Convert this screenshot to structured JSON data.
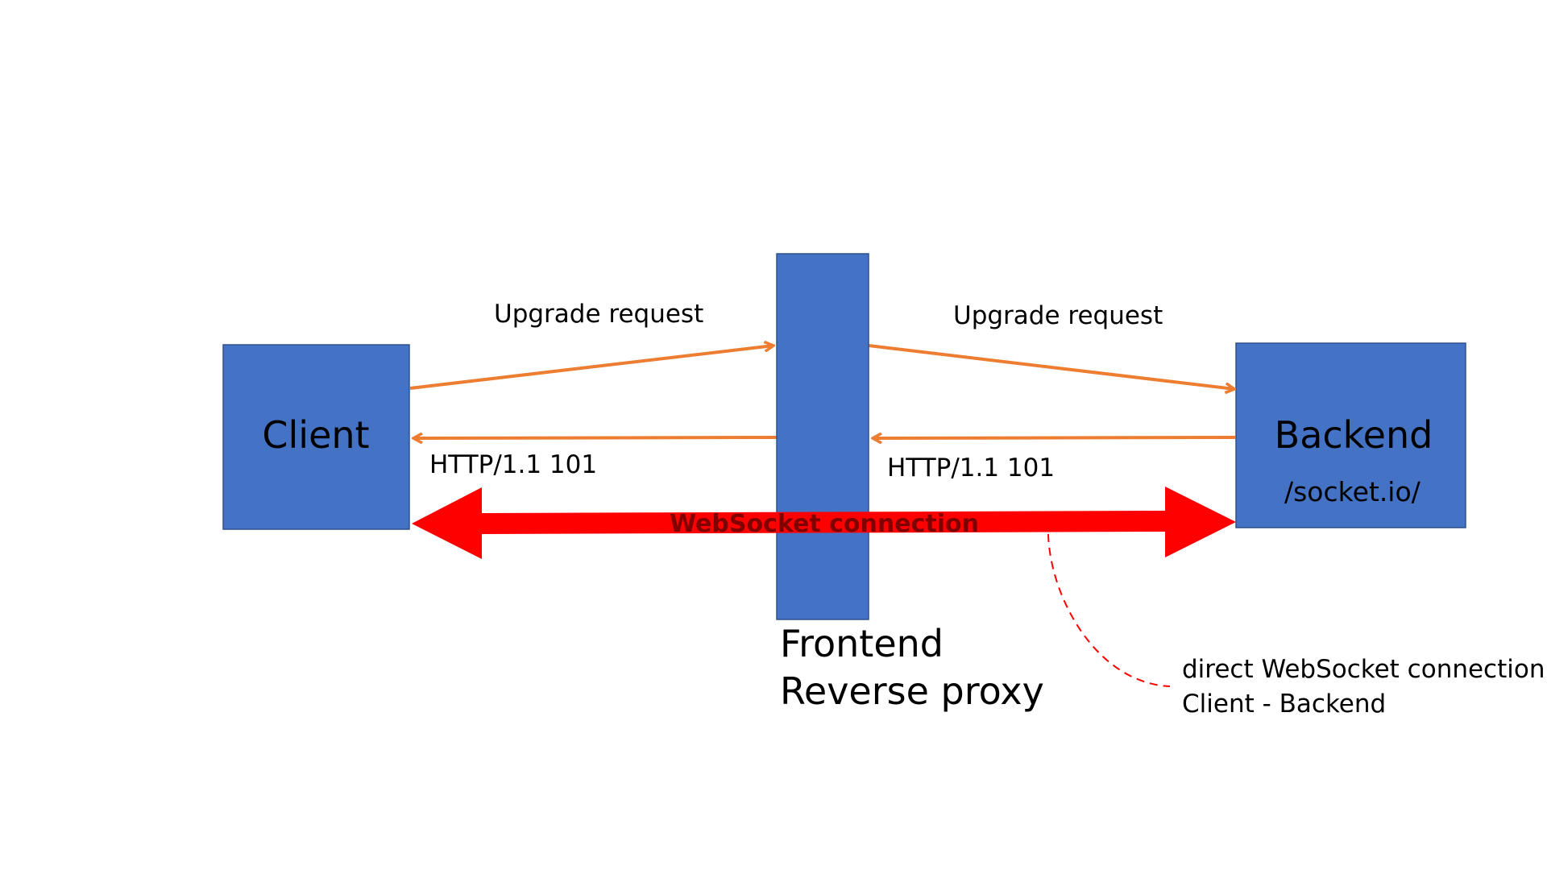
{
  "nodes": {
    "client": {
      "label": "Client"
    },
    "frontend": {
      "label_line1": "Frontend",
      "label_line2": "Reverse proxy"
    },
    "backend": {
      "label": "Backend",
      "path": "/socket.io/"
    }
  },
  "edges": {
    "client_to_frontend": {
      "label": "Upgrade request"
    },
    "frontend_to_backend": {
      "label": "Upgrade request"
    },
    "frontend_to_client": {
      "label": "HTTP/1.1 101"
    },
    "backend_to_frontend": {
      "label": "HTTP/1.1 101"
    },
    "websocket": {
      "label": "WebSocket connection"
    }
  },
  "annotation": {
    "line1": "direct WebSocket connection",
    "line2": "Client - Backend"
  },
  "colors": {
    "box_fill": "#4472C4",
    "box_stroke": "#2F528F",
    "request_arrow": "#ED7D31",
    "websocket_arrow": "#FF0000",
    "websocket_label": "#800000",
    "annotation_line": "#FF0000"
  }
}
